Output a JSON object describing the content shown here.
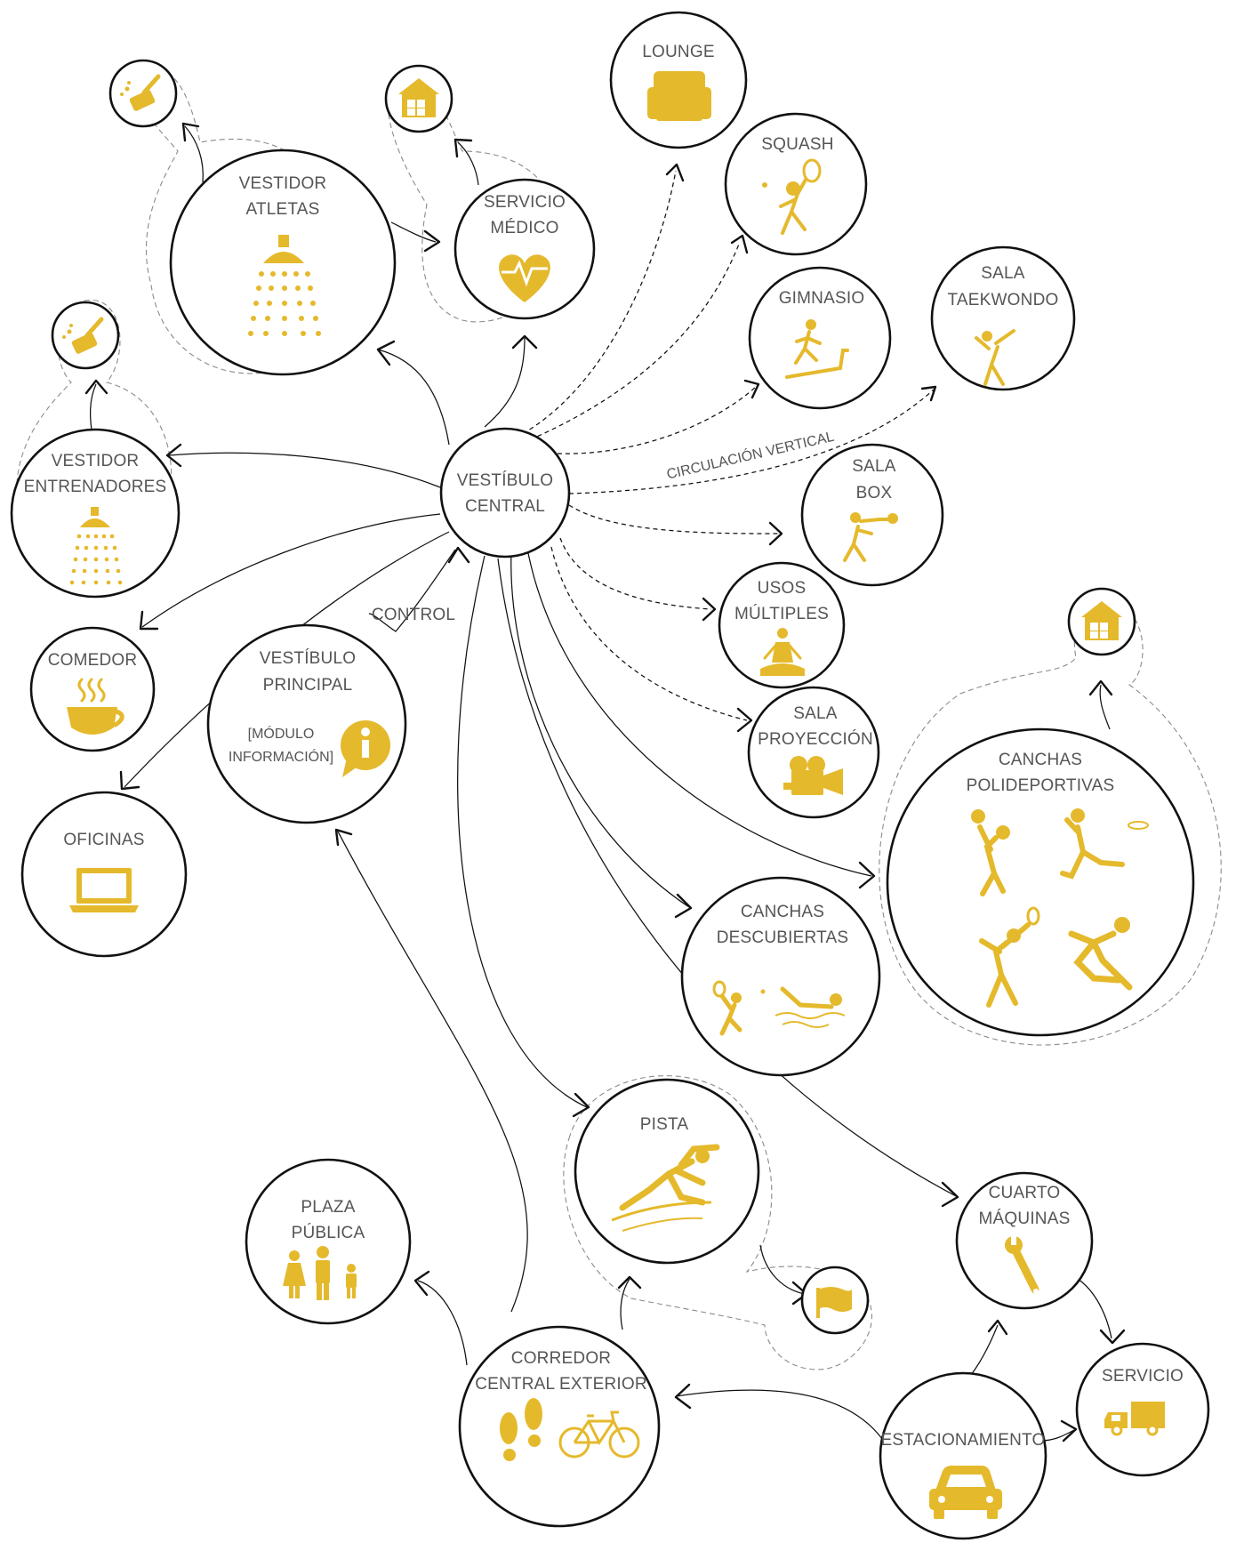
{
  "colors": {
    "icon": "#e5b92c",
    "stroke": "#111111",
    "label": "#555555",
    "halo": "#8a8a8a"
  },
  "nodes": {
    "lounge": {
      "label": "LOUNGE",
      "icon": "armchair-icon"
    },
    "squash": {
      "label": "SQUASH",
      "icon": "squash-player-icon"
    },
    "vestidor_atletas": {
      "line1": "VESTIDOR",
      "line2": "ATLETAS",
      "icon": "shower-icon"
    },
    "servicio_medico": {
      "line1": "SERVICIO",
      "line2": "MÉDICO",
      "icon": "heart-pulse-icon"
    },
    "gimnasio": {
      "label": "GIMNASIO",
      "icon": "treadmill-icon"
    },
    "sala_taekwondo": {
      "line1": "SALA",
      "line2": "TAEKWONDO",
      "icon": "kick-icon"
    },
    "vestidor_entrenadores": {
      "line1": "VESTIDOR",
      "line2": "ENTRENADORES",
      "icon": "shower-icon"
    },
    "vestibulo_central": {
      "line1": "VESTÍBULO",
      "line2": "CENTRAL"
    },
    "sala_box": {
      "line1": "SALA",
      "line2": "BOX",
      "icon": "boxer-icon"
    },
    "usos_multiples": {
      "line1": "USOS",
      "line2": "MÚLTIPLES",
      "icon": "meditation-icon"
    },
    "comedor": {
      "label": "COMEDOR",
      "icon": "coffee-cup-icon"
    },
    "vestibulo_principal": {
      "line1": "VESTÍBULO",
      "line2": "PRINCIPAL",
      "line3": "[MÓDULO",
      "line4": "INFORMACIÓN]",
      "icon": "info-bubble-icon"
    },
    "sala_proyeccion": {
      "line1": "SALA",
      "line2": "PROYECCIÓN",
      "icon": "movie-camera-icon"
    },
    "canchas_polideportivas": {
      "line1": "CANCHAS",
      "line2": "POLIDEPORTIVAS",
      "icon": "sports-players-icon"
    },
    "oficinas": {
      "label": "OFICINAS",
      "icon": "laptop-icon"
    },
    "canchas_descubiertas": {
      "line1": "CANCHAS",
      "line2": "DESCUBIERTAS",
      "icon": "tennis-swimmer-icon"
    },
    "pista": {
      "label": "PISTA",
      "icon": "sprinter-icon"
    },
    "plaza_publica": {
      "line1": "PLAZA",
      "line2": "PÚBLICA",
      "icon": "family-icon"
    },
    "cuarto_maquinas": {
      "line1": "CUARTO",
      "line2": "MÁQUINAS",
      "icon": "wrench-icon"
    },
    "corredor": {
      "line1": "CORREDOR",
      "line2": "CENTRAL EXTERIOR",
      "icon": "footsteps-bicycle-icon"
    },
    "servicio": {
      "label": "SERVICIO",
      "icon": "delivery-truck-icon"
    },
    "estacionamiento": {
      "label": "ESTACIONAMIENTO",
      "icon": "car-icon"
    }
  },
  "satellites": [
    {
      "icon": "cleaning-icon"
    },
    {
      "icon": "warehouse-icon"
    },
    {
      "icon": "cleaning-icon"
    },
    {
      "icon": "warehouse-icon"
    },
    {
      "icon": "flag-icon"
    }
  ],
  "edge_labels": {
    "control": "CONTROL",
    "circulacion": "CIRCULACIÓN VERTICAL"
  }
}
